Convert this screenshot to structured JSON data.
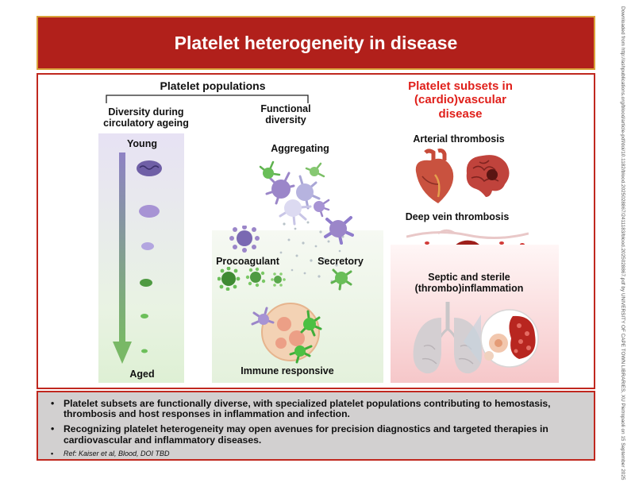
{
  "title": "Platelet heterogeneity in disease",
  "populations": {
    "heading": "Platelet populations",
    "ageing_label": "Diversity during circulatory ageing",
    "functional_label": "Functional diversity",
    "young": "Young",
    "aged": "Aged",
    "aggregating": "Aggregating",
    "procoagulant": "Procoagulant",
    "secretory": "Secretory",
    "immune": "Immune responsive"
  },
  "disease": {
    "heading": "Platelet subsets in (cardio)vascular disease",
    "arterial": "Arterial thrombosis",
    "dvt": "Deep vein thrombosis",
    "septic": "Septic and sterile (thrombo)inflammation"
  },
  "summary": {
    "points": [
      "Platelet subsets are functionally diverse, with specialized platelet populations contributing to hemostasis, thrombosis and host responses in inflammation and infection.",
      "Recognizing platelet heterogeneity may open avenues for precision diagnostics and targeted therapies in cardiovascular and inflammatory diseases."
    ],
    "ref": "Ref: Kaiser et al, Blood, DOI TBD"
  },
  "watermark": "Downloaded from http://ashpublications.org/blood/article-pdf/doi/10.1182/blood.2025028867/2411183/blood.2025028867.pdf by UNIVERSITY OF CAPE TOWN LIBRARIES, XU Pietropaoli on 15 September 2025",
  "colors": {
    "title_bg": "#b1201b",
    "title_border": "#d9a23a",
    "accent_red": "#e0201b",
    "summary_bg": "#d2d0d0",
    "platelet_purple": "#9b86c9",
    "platelet_green": "#4c9a3a"
  }
}
